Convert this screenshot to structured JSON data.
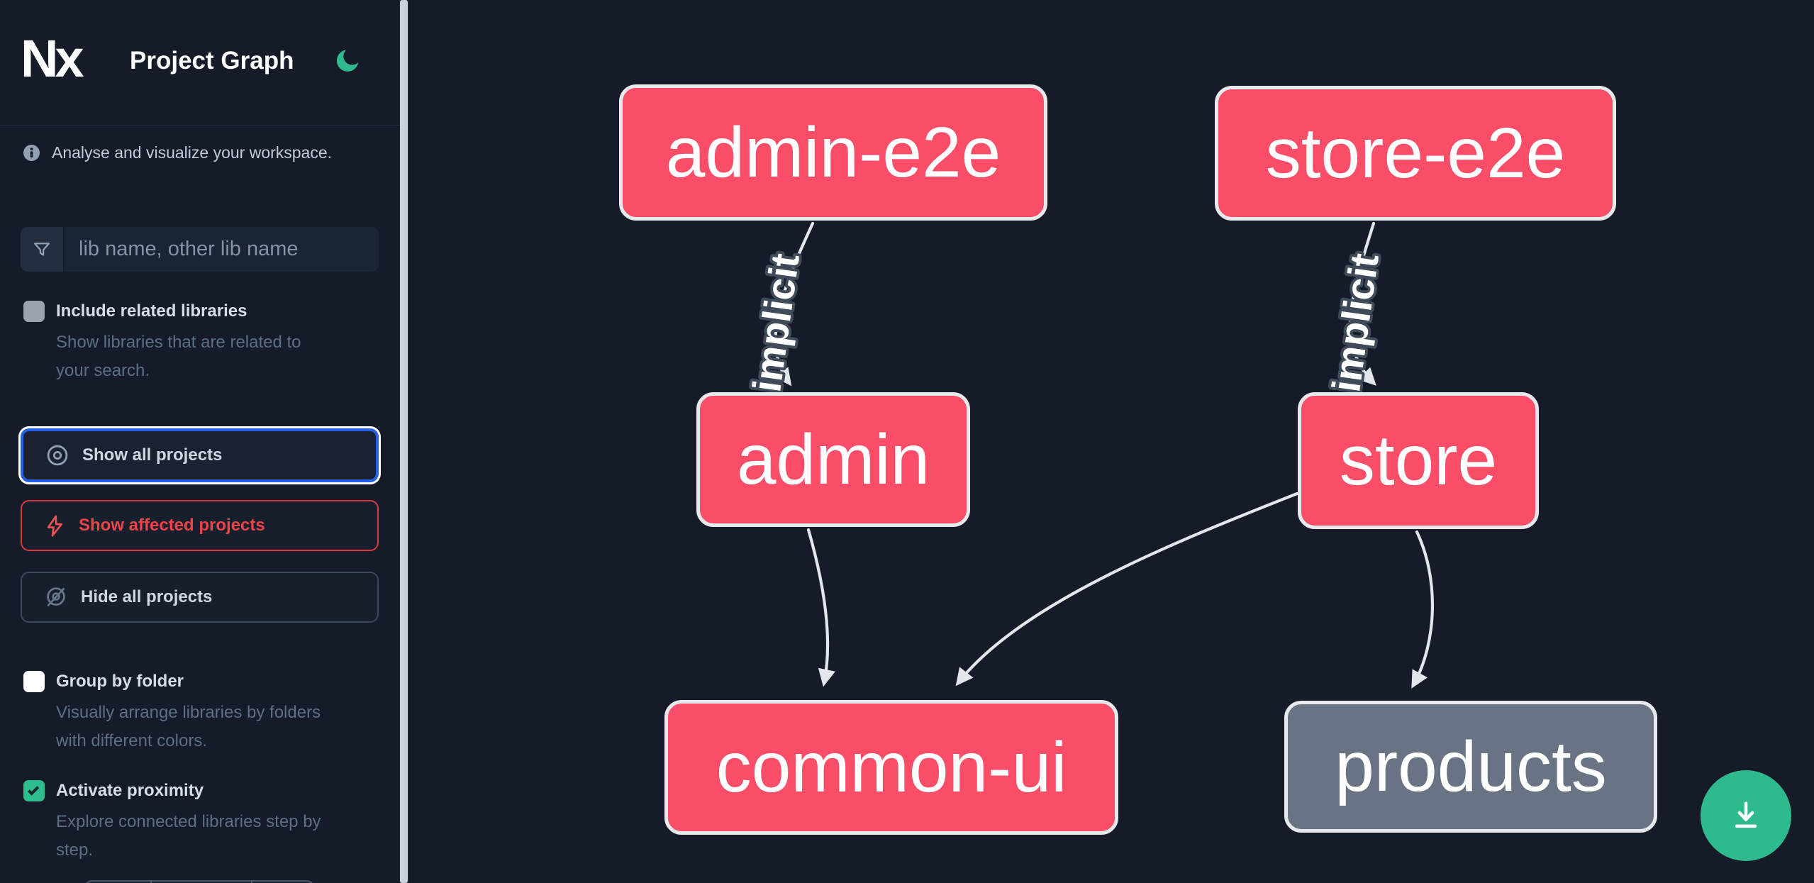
{
  "header": {
    "logo": "Nx",
    "title": "Project Graph"
  },
  "sidebar": {
    "tagline": "Analyse and visualize your workspace.",
    "search": {
      "placeholder": "lib name, other lib name"
    },
    "toggles": [
      {
        "label": "Include related libraries",
        "description": "Show libraries that are related to your search.",
        "checked": false
      },
      {
        "label": "Group by folder",
        "description": "Visually arrange libraries by folders with different colors.",
        "checked": false
      },
      {
        "label": "Activate proximity",
        "description": "Explore connected libraries step by step.",
        "checked": true
      }
    ],
    "actions": [
      {
        "label": "Show all projects",
        "state": "focused"
      },
      {
        "label": "Show affected projects",
        "state": "affected"
      },
      {
        "label": "Hide all projects",
        "state": "default"
      }
    ]
  },
  "graph": {
    "nodes": [
      {
        "id": "admin-e2e",
        "color": "pink"
      },
      {
        "id": "store-e2e",
        "color": "pink"
      },
      {
        "id": "admin",
        "color": "pink"
      },
      {
        "id": "store",
        "color": "pink"
      },
      {
        "id": "common-ui",
        "color": "pink"
      },
      {
        "id": "products",
        "color": "gray"
      }
    ],
    "edges": [
      {
        "from": "admin-e2e",
        "to": "admin",
        "label": "implicit"
      },
      {
        "from": "store-e2e",
        "to": "store",
        "label": "implicit"
      },
      {
        "from": "admin",
        "to": "common-ui",
        "label": ""
      },
      {
        "from": "store",
        "to": "common-ui",
        "label": ""
      },
      {
        "from": "store",
        "to": "products",
        "label": ""
      }
    ]
  },
  "fab": {
    "icon": "download-icon"
  },
  "colors": {
    "background": "#151b28",
    "node_pink": "#fa4d68",
    "node_gray": "#6a7383",
    "node_border": "#e7e9ec",
    "edge": "#e3e6ea",
    "accent_green": "#2fba8d",
    "focus_blue": "#2761e8",
    "affected_red": "#ef4347"
  }
}
